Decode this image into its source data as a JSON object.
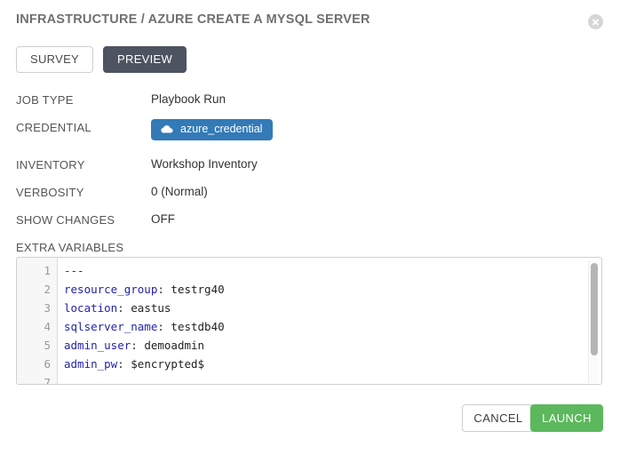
{
  "header": {
    "title": "INFRASTRUCTURE / AZURE CREATE A MYSQL SERVER",
    "close_icon": "close-icon"
  },
  "tabs": [
    {
      "label": "SURVEY",
      "active": false,
      "name": "tab-survey"
    },
    {
      "label": "PREVIEW",
      "active": true,
      "name": "tab-preview"
    }
  ],
  "details": {
    "job_type": {
      "label": "JOB TYPE",
      "value": "Playbook Run"
    },
    "credential": {
      "label": "CREDENTIAL",
      "badge_label": "azure_credential",
      "badge_icon": "cloud-icon",
      "badge_color": "#337ab7"
    },
    "inventory": {
      "label": "INVENTORY",
      "value": "Workshop Inventory"
    },
    "verbosity": {
      "label": "VERBOSITY",
      "value": "0 (Normal)"
    },
    "show_changes": {
      "label": "SHOW CHANGES",
      "value": "OFF"
    }
  },
  "extra_variables": {
    "label": "EXTRA VARIABLES",
    "line_numbers": [
      "1",
      "2",
      "3",
      "4",
      "5",
      "6",
      "7"
    ],
    "lines": [
      {
        "key": "---",
        "sep": "",
        "value": ""
      },
      {
        "key": "resource_group",
        "sep": ":",
        "value": " testrg40"
      },
      {
        "key": "location",
        "sep": ":",
        "value": " eastus"
      },
      {
        "key": "sqlserver_name",
        "sep": ":",
        "value": " testdb40"
      },
      {
        "key": "admin_user",
        "sep": ":",
        "value": " demoadmin"
      },
      {
        "key": "admin_pw",
        "sep": ":",
        "value": " $encrypted$"
      },
      {
        "key": "",
        "sep": "",
        "value": ""
      }
    ]
  },
  "footer": {
    "cancel_label": "CANCEL",
    "launch_label": "LAUNCH",
    "launch_color": "#5cb85c"
  }
}
